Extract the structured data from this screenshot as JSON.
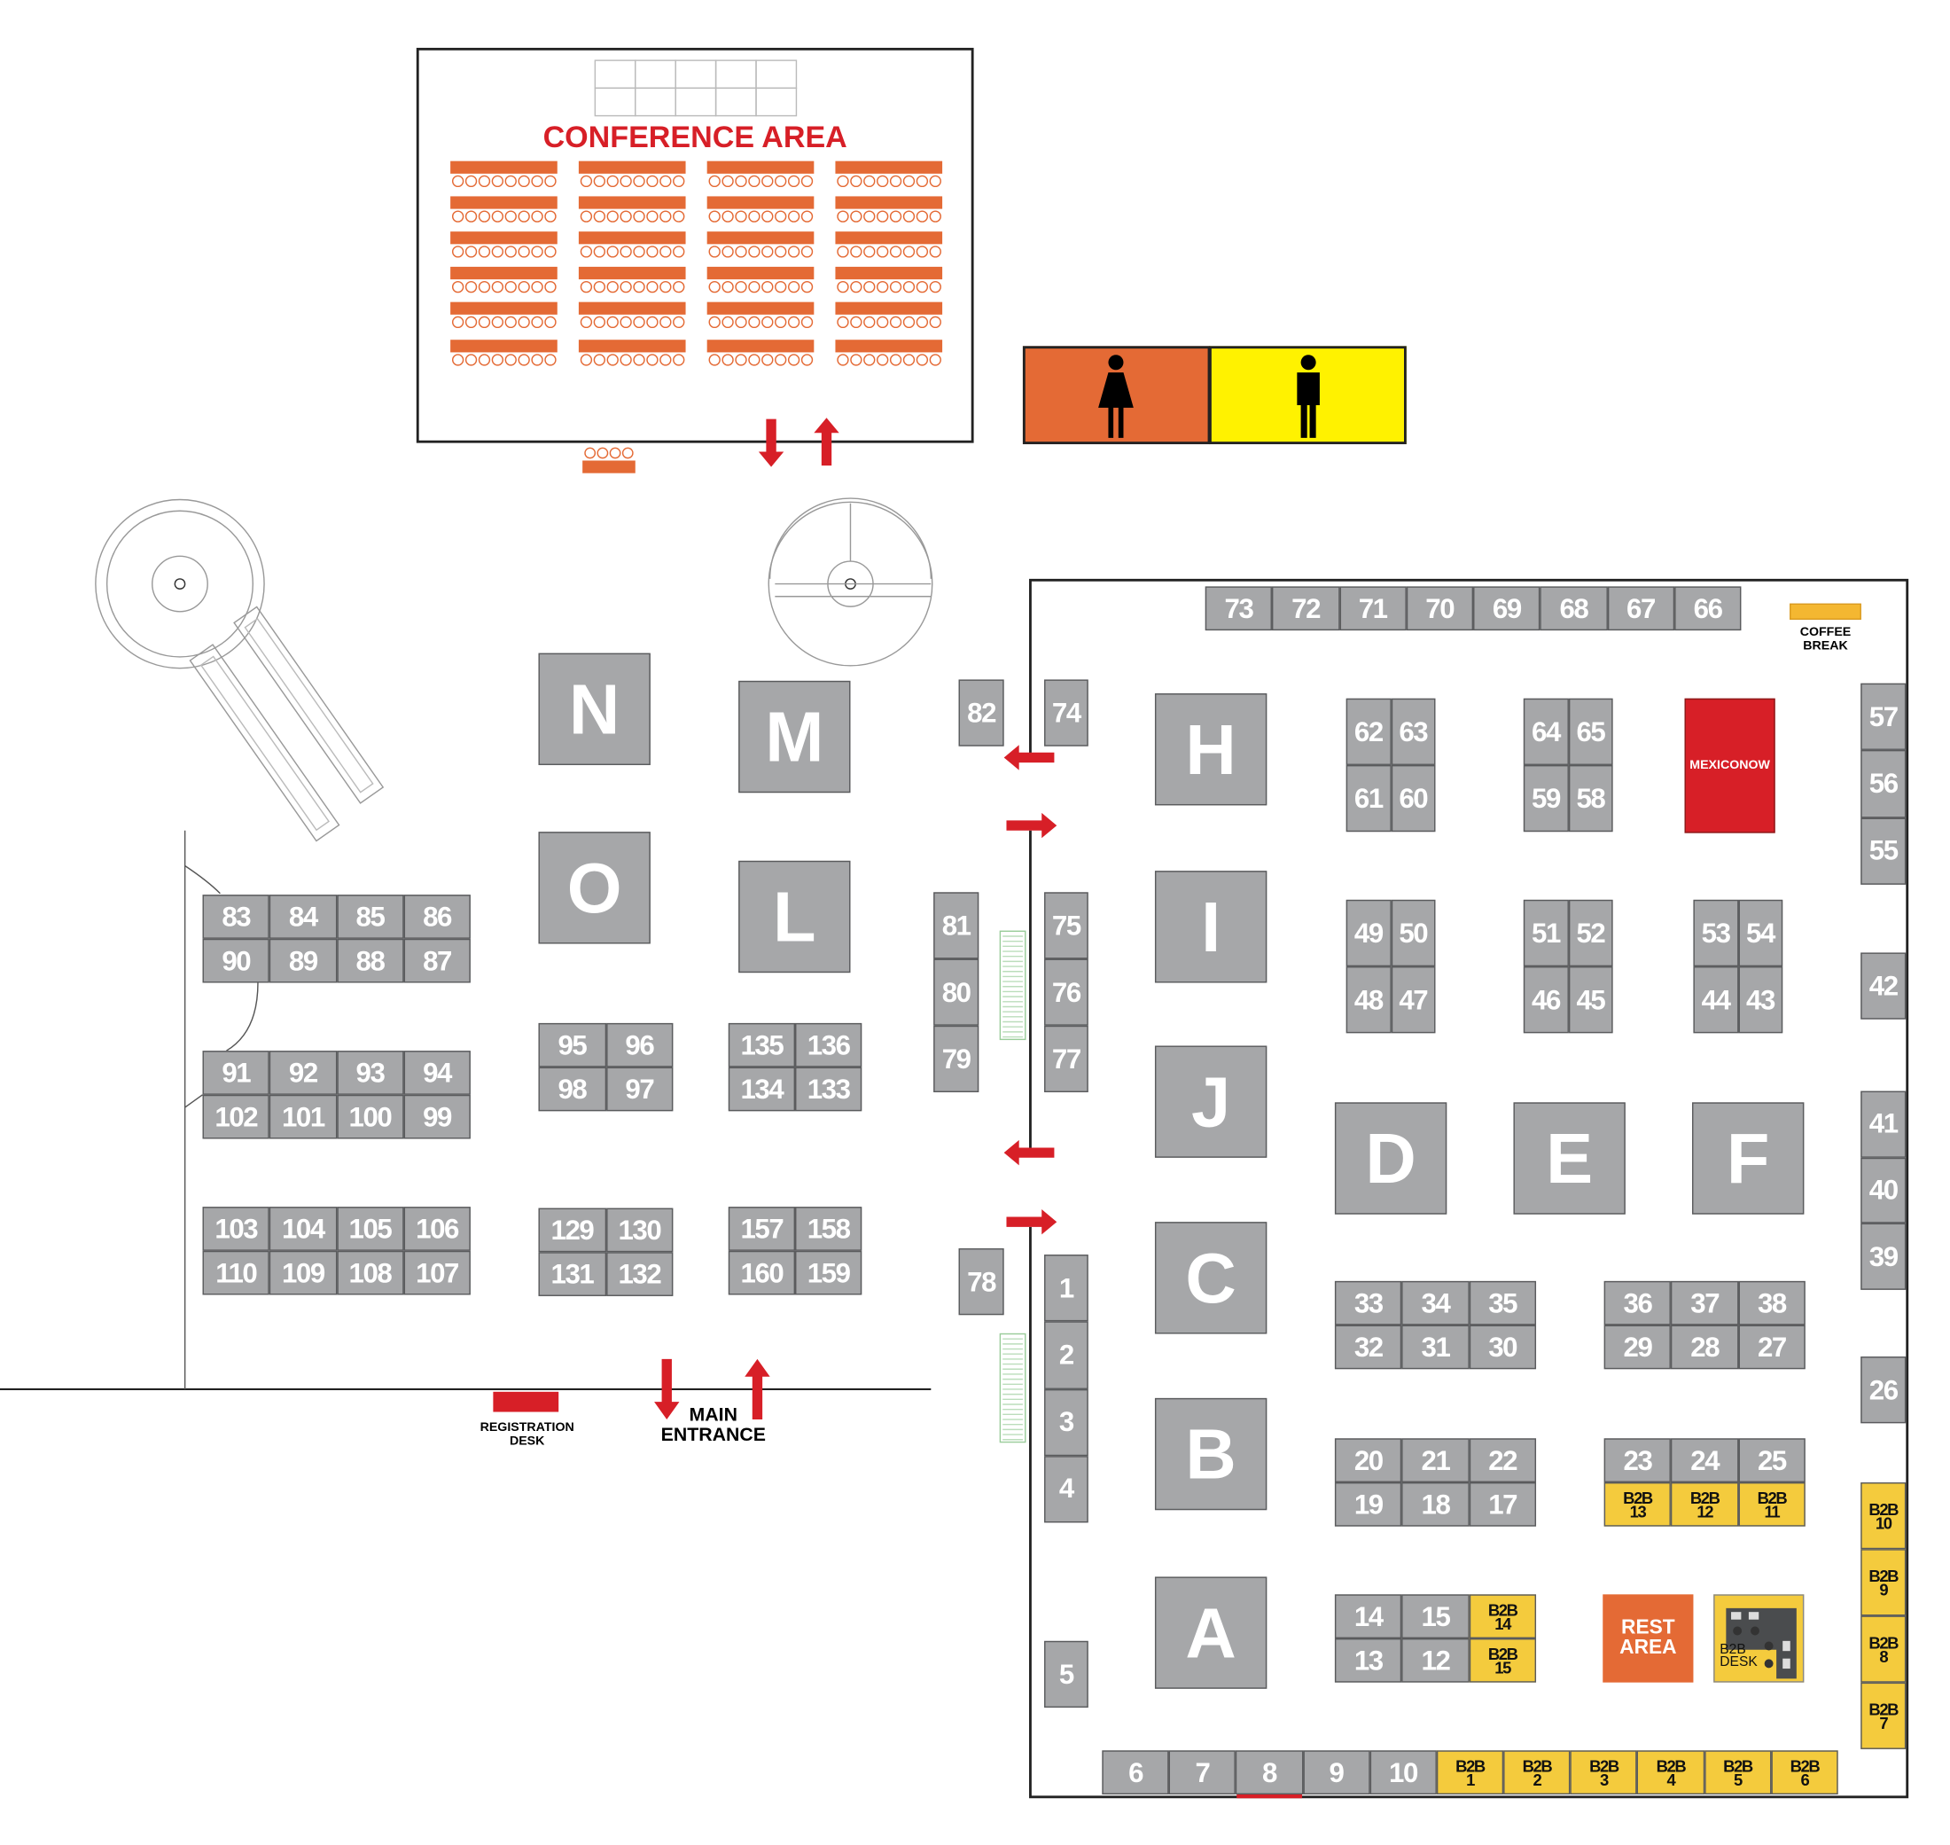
{
  "conference": {
    "title": "CONFERENCE AREA"
  },
  "restrooms": {
    "women_icon": "woman-icon",
    "men_icon": "man-icon",
    "women_color": "#e46a35",
    "men_color": "#fff200"
  },
  "labels": {
    "coffee_break": "COFFEE\nBREAK",
    "mexiconow": "MEXICONOW",
    "rest_area": "REST\nAREA",
    "b2b_desk": "B2B\nDESK",
    "registration_desk": "REGISTRATION\nDESK",
    "main_entrance": "MAIN\nENTRANCE"
  },
  "colors": {
    "booth": "#a6a7a9",
    "b2b": "#f4cb3d",
    "accent_red": "#d71f27",
    "orange": "#e46a35"
  },
  "pavilions": {
    "H": "H",
    "I": "I",
    "J": "J",
    "C": "C",
    "B": "B",
    "A": "A",
    "D": "D",
    "E": "E",
    "F": "F",
    "N": "N",
    "M": "M",
    "O": "O",
    "L": "L"
  },
  "booths": {
    "top_row": [
      [
        "73",
        "72",
        "71",
        "70",
        "69",
        "68",
        "67",
        "66"
      ]
    ],
    "bottom_row": [
      [
        "6",
        "7",
        "8",
        "9",
        "10",
        "B2B\n1",
        "B2B\n2",
        "B2B\n3",
        "B2B\n4",
        "B2B\n5",
        "B2B\n6"
      ]
    ],
    "right_a": [
      [
        "57"
      ],
      [
        "56"
      ],
      [
        "55"
      ]
    ],
    "right_42": [
      [
        "42"
      ]
    ],
    "right_b": [
      [
        "41"
      ],
      [
        "40"
      ],
      [
        "39"
      ]
    ],
    "right_26": [
      [
        "26"
      ]
    ],
    "right_b2b": [
      [
        "B2B\n10"
      ],
      [
        "B2B\n9"
      ],
      [
        "B2B\n8"
      ],
      [
        "B2B\n7"
      ]
    ],
    "g62": [
      [
        "62",
        "63"
      ],
      [
        "61",
        "60"
      ]
    ],
    "g64": [
      [
        "64",
        "65"
      ],
      [
        "59",
        "58"
      ]
    ],
    "g49": [
      [
        "49",
        "50"
      ],
      [
        "48",
        "47"
      ]
    ],
    "g51": [
      [
        "51",
        "52"
      ],
      [
        "46",
        "45"
      ]
    ],
    "g53": [
      [
        "53",
        "54"
      ],
      [
        "44",
        "43"
      ]
    ],
    "g33": [
      [
        "33",
        "34",
        "35"
      ],
      [
        "32",
        "31",
        "30"
      ]
    ],
    "g36": [
      [
        "36",
        "37",
        "38"
      ],
      [
        "29",
        "28",
        "27"
      ]
    ],
    "g20": [
      [
        "20",
        "21",
        "22"
      ],
      [
        "19",
        "18",
        "17"
      ]
    ],
    "g23": [
      [
        "23",
        "24",
        "25"
      ],
      [
        "B2B\n13",
        "B2B\n12",
        "B2B\n11"
      ]
    ],
    "g14": [
      [
        "14",
        "15",
        "B2B\n14"
      ],
      [
        "13",
        "12",
        "B2B\n15"
      ]
    ],
    "b74": [
      [
        "74"
      ]
    ],
    "b82": [
      [
        "82"
      ]
    ],
    "c75": [
      [
        "75"
      ],
      [
        "76"
      ],
      [
        "77"
      ]
    ],
    "c81": [
      [
        "81"
      ],
      [
        "80"
      ],
      [
        "79"
      ]
    ],
    "b78": [
      [
        "78"
      ]
    ],
    "c1": [
      [
        "1"
      ],
      [
        "2"
      ],
      [
        "3"
      ],
      [
        "4"
      ]
    ],
    "b5": [
      [
        "5"
      ]
    ],
    "g83": [
      [
        "83",
        "84",
        "85",
        "86"
      ],
      [
        "90",
        "89",
        "88",
        "87"
      ]
    ],
    "g91": [
      [
        "91",
        "92",
        "93",
        "94"
      ],
      [
        "102",
        "101",
        "100",
        "99"
      ]
    ],
    "g103": [
      [
        "103",
        "104",
        "105",
        "106"
      ],
      [
        "110",
        "109",
        "108",
        "107"
      ]
    ],
    "g95": [
      [
        "95",
        "96"
      ],
      [
        "98",
        "97"
      ]
    ],
    "g135": [
      [
        "135",
        "136"
      ],
      [
        "134",
        "133"
      ]
    ],
    "g129": [
      [
        "129",
        "130"
      ],
      [
        "131",
        "132"
      ]
    ],
    "g157": [
      [
        "157",
        "158"
      ],
      [
        "160",
        "159"
      ]
    ]
  }
}
